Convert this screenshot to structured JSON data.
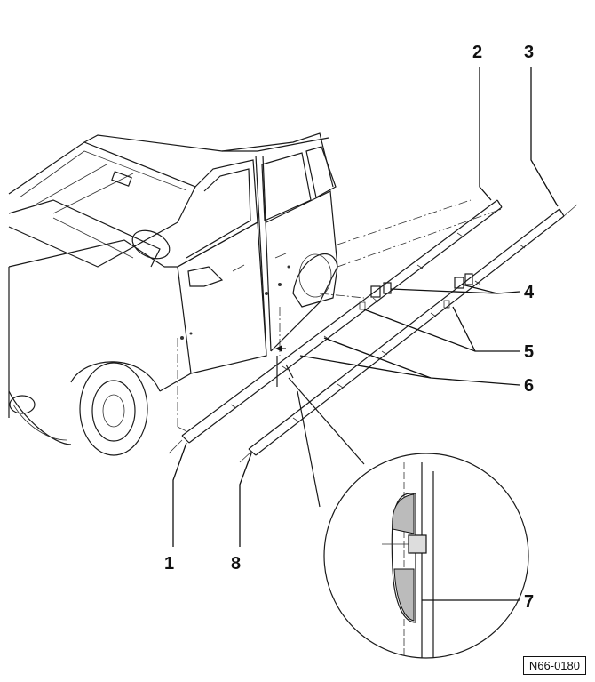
{
  "figure": {
    "reference_code": "N66-0180",
    "callouts": [
      {
        "id": "1",
        "label": "1"
      },
      {
        "id": "2",
        "label": "2"
      },
      {
        "id": "3",
        "label": "3"
      },
      {
        "id": "4",
        "label": "4"
      },
      {
        "id": "5",
        "label": "5"
      },
      {
        "id": "6",
        "label": "6"
      },
      {
        "id": "7",
        "label": "7"
      },
      {
        "id": "8",
        "label": "8"
      }
    ]
  }
}
